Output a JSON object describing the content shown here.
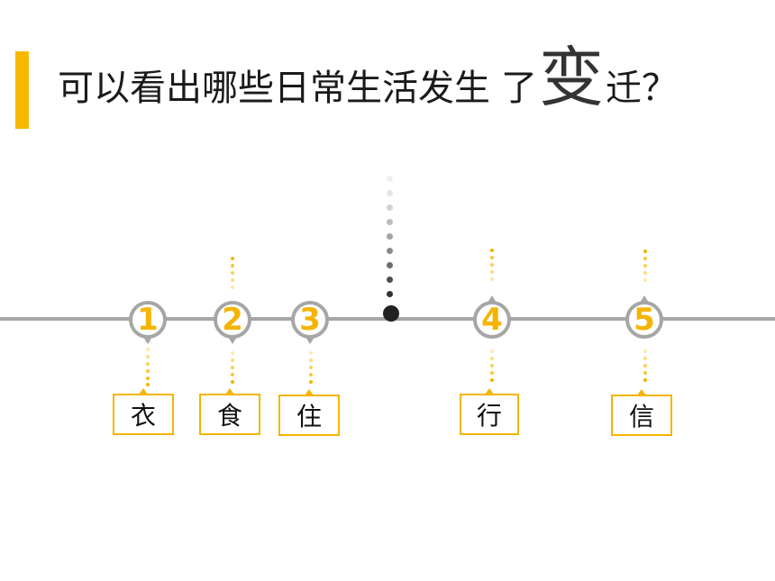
{
  "title": {
    "part1": "可以看出哪些日常生活发生",
    "part2": "了",
    "emphasis": "变",
    "part3": "迁？"
  },
  "colors": {
    "accent": "#f5b400",
    "axis": "#a6a6a6",
    "center_dot": "#222222"
  },
  "markers": [
    {
      "number": "1",
      "label": "衣",
      "pointer": "down"
    },
    {
      "number": "2",
      "label": "食",
      "pointer": "down"
    },
    {
      "number": "3",
      "label": "住",
      "pointer": "down"
    },
    {
      "number": "4",
      "label": "行",
      "pointer": "up"
    },
    {
      "number": "5",
      "label": "信",
      "pointer": "up"
    }
  ]
}
